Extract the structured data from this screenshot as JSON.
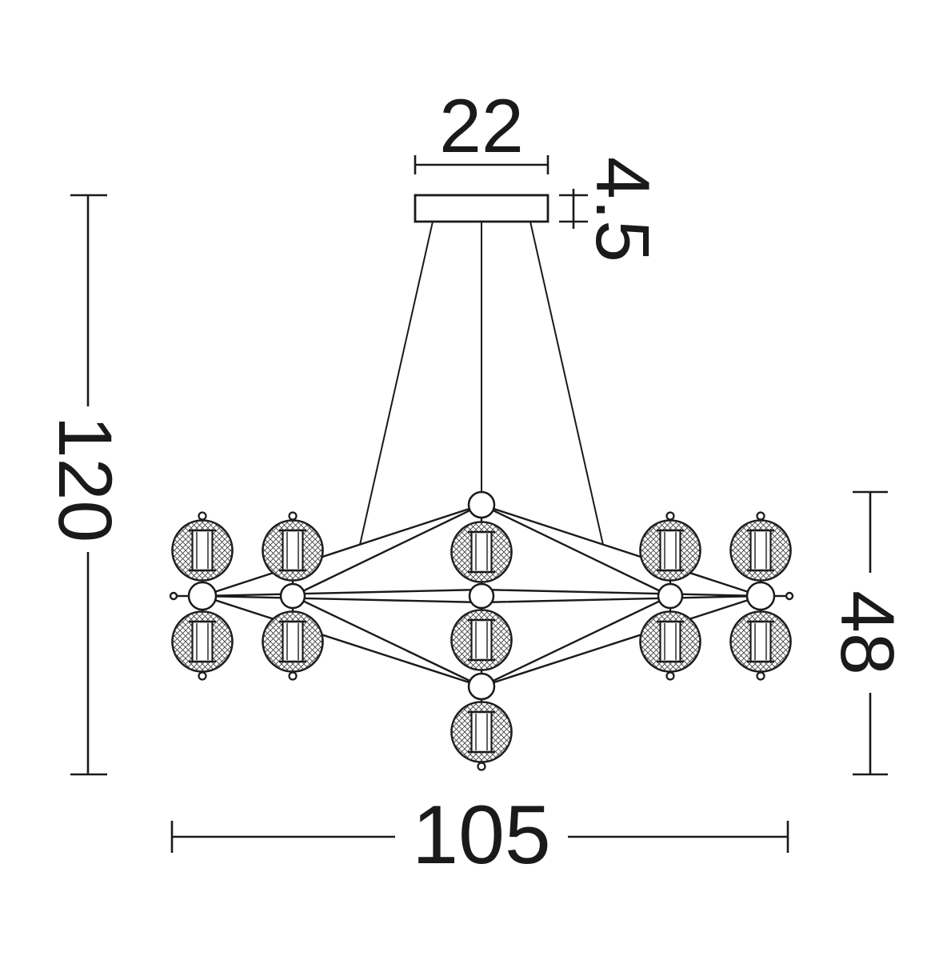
{
  "diagram": {
    "title": "Chandelier dimension drawing",
    "type": "technical-line-drawing",
    "dimensions": {
      "canopy_width": "22",
      "canopy_height": "4.5",
      "total_height": "120",
      "body_height": "48",
      "fixture_width": "105"
    },
    "colors": {
      "line": "#1a1a1a",
      "background": "#ffffff"
    }
  }
}
